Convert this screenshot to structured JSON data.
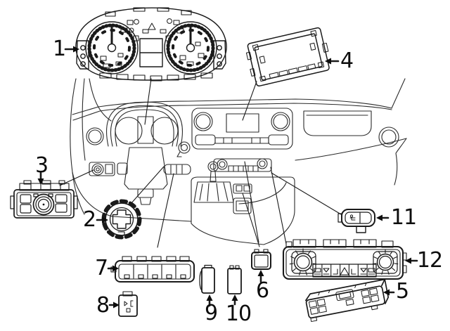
{
  "diagram": {
    "kind": "exploded-parts-diagram",
    "subject": "vehicle dashboard instrument panel, switches and controls",
    "background_color": "#ffffff",
    "line_color": "#1a1a1a",
    "parts": [
      {
        "label": "1",
        "name": "instrument-cluster"
      },
      {
        "label": "2",
        "name": "ignition-switch"
      },
      {
        "label": "3",
        "name": "headlamp-switch"
      },
      {
        "label": "4",
        "name": "display-unit"
      },
      {
        "label": "5",
        "name": "switch-strip-rear-view"
      },
      {
        "label": "6",
        "name": "single-switch"
      },
      {
        "label": "7",
        "name": "switch-housing"
      },
      {
        "label": "8",
        "name": "small-switch"
      },
      {
        "label": "9",
        "name": "blank-switch-cover-left"
      },
      {
        "label": "10",
        "name": "blank-switch-cover-right"
      },
      {
        "label": "11",
        "name": "rocker-switch"
      },
      {
        "label": "12",
        "name": "upper-switch-panel"
      }
    ]
  }
}
